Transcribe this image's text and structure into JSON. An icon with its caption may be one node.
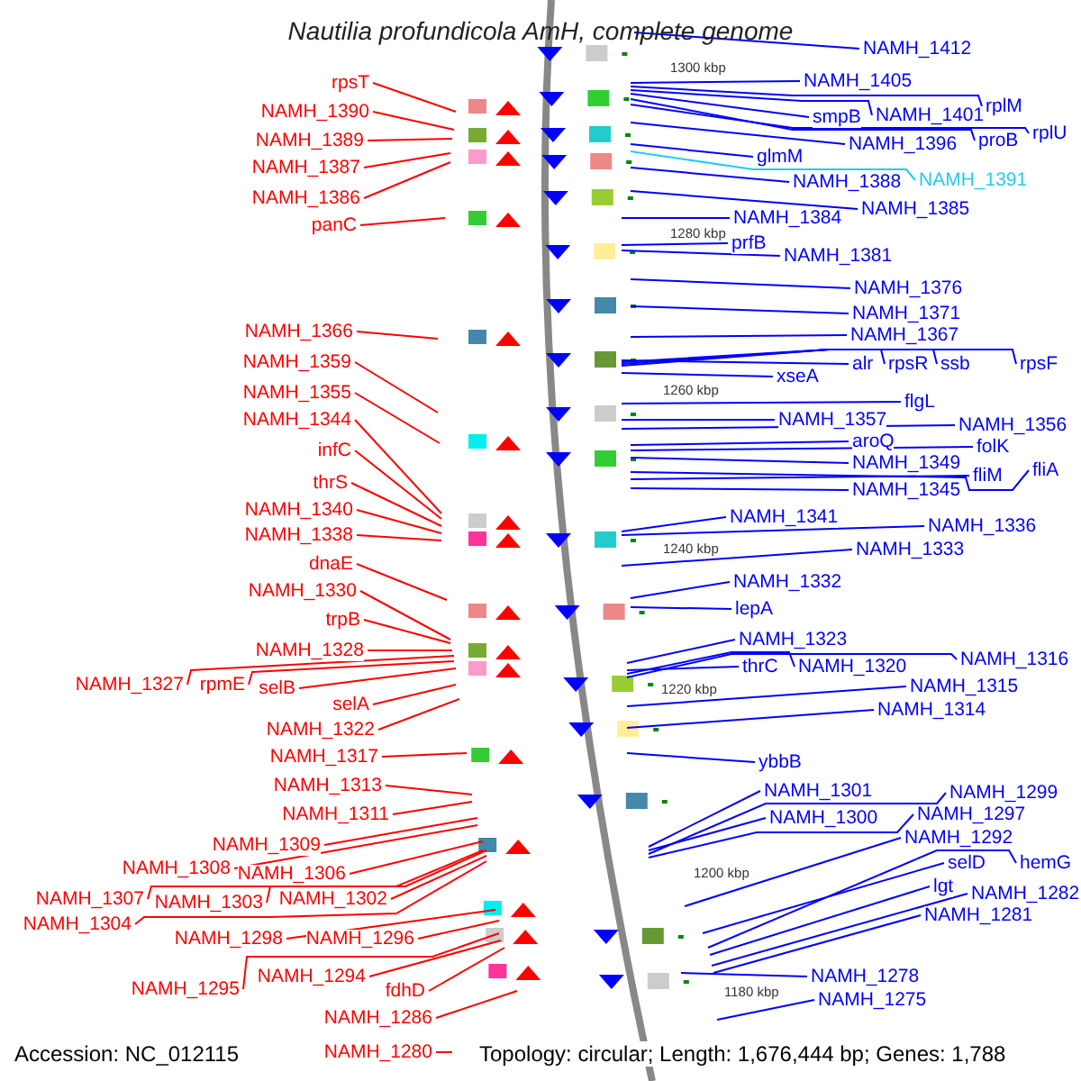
{
  "diagram": {
    "title": "Nautilia profundicola AmH, complete genome",
    "nodes": [
      {
        "text": [
          "rpsT"
        ]
      },
      {
        "text": [
          "NAMH_1390"
        ]
      },
      {
        "text": [
          "NAMH_1389"
        ]
      },
      {
        "text": [
          "NAMH_1387"
        ]
      },
      {
        "text": [
          "NAMH_1386"
        ]
      },
      {
        "text": [
          "panC"
        ]
      },
      {
        "text": [
          "NAMH_1366"
        ]
      },
      {
        "text": [
          "NAMH_1359"
        ]
      },
      {
        "text": [
          "NAMH_1355"
        ]
      },
      {
        "text": [
          "NAMH_1344"
        ]
      },
      {
        "text": [
          "infC"
        ]
      },
      {
        "text": [
          "thrS"
        ]
      },
      {
        "text": [
          "NAMH_1340"
        ]
      },
      {
        "text": [
          "NAMH_1338"
        ]
      },
      {
        "text": [
          "dnaE"
        ]
      },
      {
        "text": [
          "NAMH_1330"
        ]
      },
      {
        "text": [
          "trpB"
        ]
      },
      {
        "text": [
          "NAMH_1328"
        ]
      },
      {
        "text": [
          "NAMH_1327"
        ]
      },
      {
        "text": [
          "rpmE"
        ]
      },
      {
        "text": [
          "selB"
        ]
      },
      {
        "text": [
          "selA"
        ]
      },
      {
        "text": [
          "NAMH_1322"
        ]
      },
      {
        "text": [
          "NAMH_1317"
        ]
      },
      {
        "text": [
          "NAMH_1313"
        ]
      },
      {
        "text": [
          "NAMH_1311"
        ]
      },
      {
        "text": [
          "NAMH_1309"
        ]
      },
      {
        "text": [
          "NAMH_1308"
        ]
      },
      {
        "text": [
          "NAMH_1306"
        ]
      },
      {
        "text": [
          "NAMH_1307"
        ]
      },
      {
        "text": [
          "NAMH_1303"
        ]
      },
      {
        "text": [
          "NAMH_1302"
        ]
      },
      {
        "text": [
          "NAMH_1304"
        ]
      },
      {
        "text": [
          "NAMH_1298"
        ]
      },
      {
        "text": [
          "NAMH_1296"
        ]
      },
      {
        "text": [
          "NAMH_1295"
        ]
      },
      {
        "text": [
          "NAMH_1294"
        ]
      },
      {
        "text": [
          "fdhD"
        ]
      },
      {
        "text": [
          "NAMH_1286"
        ]
      },
      {
        "text": [
          "NAMH_1280"
        ]
      },
      {
        "text": [
          "NAMH_1412"
        ]
      },
      {
        "text": [
          "NAMH_1405"
        ]
      },
      {
        "text": [
          "rplM"
        ]
      },
      {
        "text": [
          "smpB"
        ]
      },
      {
        "text": [
          "NAMH_1401"
        ]
      },
      {
        "text": [
          "NAMH_1396"
        ]
      },
      {
        "text": [
          "proB"
        ]
      },
      {
        "text": [
          "rplU"
        ]
      },
      {
        "text": [
          "glmM"
        ]
      },
      {
        "text": [
          "NAMH_1388"
        ]
      },
      {
        "text": [
          "NAMH_1391"
        ]
      },
      {
        "text": [
          "NAMH_1385"
        ]
      },
      {
        "text": [
          "NAMH_1384"
        ]
      },
      {
        "text": [
          "prfB"
        ]
      },
      {
        "text": [
          "NAMH_1381"
        ]
      },
      {
        "text": [
          "NAMH_1376"
        ]
      },
      {
        "text": [
          "NAMH_1371"
        ]
      },
      {
        "text": [
          "NAMH_1367"
        ]
      },
      {
        "text": [
          "alr"
        ]
      },
      {
        "text": [
          "rpsR"
        ]
      },
      {
        "text": [
          "ssb"
        ]
      },
      {
        "text": [
          "rpsF"
        ]
      },
      {
        "text": [
          "xseA"
        ]
      },
      {
        "text": [
          "flgL"
        ]
      },
      {
        "text": [
          "NAMH_1357"
        ]
      },
      {
        "text": [
          "NAMH_1356"
        ]
      },
      {
        "text": [
          "aroQ"
        ]
      },
      {
        "text": [
          "folK"
        ]
      },
      {
        "text": [
          "NAMH_1349"
        ]
      },
      {
        "text": [
          "fliM"
        ]
      },
      {
        "text": [
          "fliA"
        ]
      },
      {
        "text": [
          "NAMH_1345"
        ]
      },
      {
        "text": [
          "NAMH_1341"
        ]
      },
      {
        "text": [
          "NAMH_1336"
        ]
      },
      {
        "text": [
          "NAMH_1333"
        ]
      },
      {
        "text": [
          "NAMH_1332"
        ]
      },
      {
        "text": [
          "lepA"
        ]
      },
      {
        "text": [
          "NAMH_1323"
        ]
      },
      {
        "text": [
          "thrC"
        ]
      },
      {
        "text": [
          "NAMH_1320"
        ]
      },
      {
        "text": [
          "NAMH_1316"
        ]
      },
      {
        "text": [
          "NAMH_1315"
        ]
      },
      {
        "text": [
          "NAMH_1314"
        ]
      },
      {
        "text": [
          "ybbB"
        ]
      },
      {
        "text": [
          "NAMH_1301"
        ]
      },
      {
        "text": [
          "NAMH_1300"
        ]
      },
      {
        "text": [
          "NAMH_1299"
        ]
      },
      {
        "text": [
          "NAMH_1297"
        ]
      },
      {
        "text": [
          "NAMH_1292"
        ]
      },
      {
        "text": [
          "selD"
        ]
      },
      {
        "text": [
          "hemG"
        ]
      },
      {
        "text": [
          "lgt"
        ]
      },
      {
        "text": [
          "NAMH_1282"
        ]
      },
      {
        "text": [
          "NAMH_1281"
        ]
      },
      {
        "text": [
          "NAMH_1278"
        ]
      },
      {
        "text": [
          "NAMH_1275"
        ]
      }
    ],
    "edges": [
      {
        "from": 0,
        "to": null,
        "arrow": "none",
        "color": "#ff0000"
      },
      {
        "from": 1,
        "to": null,
        "arrow": "none",
        "color": "#ff0000"
      },
      {
        "from": 2,
        "to": null,
        "arrow": "none",
        "color": "#ff0000"
      },
      {
        "from": 3,
        "to": null,
        "arrow": "none",
        "color": "#ff0000"
      },
      {
        "from": 4,
        "to": null,
        "arrow": "none",
        "color": "#ff0000"
      },
      {
        "from": 5,
        "to": null,
        "arrow": "none",
        "color": "#ff0000"
      },
      {
        "from": 6,
        "to": null,
        "arrow": "none",
        "color": "#ff0000"
      },
      {
        "from": 7,
        "to": null,
        "arrow": "none",
        "color": "#ff0000"
      },
      {
        "from": 8,
        "to": null,
        "arrow": "none",
        "color": "#ff0000"
      },
      {
        "from": 9,
        "to": null,
        "arrow": "none",
        "color": "#ff0000"
      },
      {
        "from": 10,
        "to": null,
        "arrow": "none",
        "color": "#ff0000"
      },
      {
        "from": 11,
        "to": null,
        "arrow": "none",
        "color": "#ff0000"
      },
      {
        "from": 12,
        "to": null,
        "arrow": "none",
        "color": "#ff0000"
      },
      {
        "from": 13,
        "to": null,
        "arrow": "none",
        "color": "#ff0000"
      },
      {
        "from": 14,
        "to": null,
        "arrow": "none",
        "color": "#ff0000"
      },
      {
        "from": 15,
        "to": null,
        "arrow": "none",
        "color": "#ff0000"
      },
      {
        "from": 16,
        "to": null,
        "arrow": "none",
        "color": "#ff0000"
      },
      {
        "from": 17,
        "to": null,
        "arrow": "none",
        "color": "#ff0000"
      },
      {
        "from": 18,
        "to": null,
        "arrow": "none",
        "color": "#ff0000"
      },
      {
        "from": 19,
        "to": null,
        "arrow": "none",
        "color": "#ff0000"
      },
      {
        "from": 20,
        "to": null,
        "arrow": "none",
        "color": "#ff0000"
      },
      {
        "from": 21,
        "to": null,
        "arrow": "none",
        "color": "#ff0000"
      },
      {
        "from": 22,
        "to": null,
        "arrow": "none",
        "color": "#ff0000"
      },
      {
        "from": 23,
        "to": null,
        "arrow": "none",
        "color": "#ff0000"
      },
      {
        "from": 24,
        "to": null,
        "arrow": "none",
        "color": "#ff0000"
      },
      {
        "from": 25,
        "to": null,
        "arrow": "none",
        "color": "#ff0000"
      },
      {
        "from": 26,
        "to": null,
        "arrow": "none",
        "color": "#ff0000"
      },
      {
        "from": 27,
        "to": null,
        "arrow": "none",
        "color": "#ff0000"
      },
      {
        "from": 28,
        "to": null,
        "arrow": "none",
        "color": "#ff0000"
      },
      {
        "from": 29,
        "to": null,
        "arrow": "none",
        "color": "#ff0000"
      },
      {
        "from": 30,
        "to": null,
        "arrow": "none",
        "color": "#ff0000"
      },
      {
        "from": 31,
        "to": null,
        "arrow": "none",
        "color": "#ff0000"
      },
      {
        "from": 32,
        "to": null,
        "arrow": "none",
        "color": "#ff0000"
      },
      {
        "from": 33,
        "to": null,
        "arrow": "none",
        "color": "#ff0000"
      },
      {
        "from": 34,
        "to": null,
        "arrow": "none",
        "color": "#ff0000"
      },
      {
        "from": 35,
        "to": null,
        "arrow": "none",
        "color": "#ff0000"
      },
      {
        "from": 36,
        "to": null,
        "arrow": "none",
        "color": "#ff0000"
      },
      {
        "from": 37,
        "to": null,
        "arrow": "none",
        "color": "#ff0000"
      },
      {
        "from": 38,
        "to": null,
        "arrow": "none",
        "color": "#ff0000"
      },
      {
        "from": 39,
        "to": null,
        "arrow": "none",
        "color": "#ff0000"
      },
      {
        "from": 40,
        "to": null,
        "arrow": "none"
      },
      {
        "from": 41,
        "to": null,
        "arrow": "none"
      },
      {
        "from": 42,
        "to": null,
        "arrow": "none"
      },
      {
        "from": 43,
        "to": null,
        "arrow": "none"
      },
      {
        "from": 44,
        "to": null,
        "arrow": "none"
      },
      {
        "from": 45,
        "to": null,
        "arrow": "none"
      },
      {
        "from": 46,
        "to": null,
        "arrow": "none"
      },
      {
        "from": 47,
        "to": null,
        "arrow": "none"
      },
      {
        "from": 48,
        "to": null,
        "arrow": "none"
      },
      {
        "from": 49,
        "to": null,
        "arrow": "none"
      },
      {
        "from": 50,
        "to": null,
        "arrow": "none",
        "color": "#22ccee"
      },
      {
        "from": 51,
        "to": null,
        "arrow": "none"
      },
      {
        "from": 52,
        "to": null,
        "arrow": "none"
      },
      {
        "from": 53,
        "to": null,
        "arrow": "none"
      },
      {
        "from": 54,
        "to": null,
        "arrow": "none"
      },
      {
        "from": 55,
        "to": null,
        "arrow": "none"
      },
      {
        "from": 56,
        "to": null,
        "arrow": "none"
      },
      {
        "from": 57,
        "to": null,
        "arrow": "none"
      },
      {
        "from": 58,
        "to": null,
        "arrow": "none"
      },
      {
        "from": 59,
        "to": null,
        "arrow": "none"
      },
      {
        "from": 60,
        "to": null,
        "arrow": "none"
      },
      {
        "from": 61,
        "to": null,
        "arrow": "none"
      },
      {
        "from": 62,
        "to": null,
        "arrow": "none"
      },
      {
        "from": 63,
        "to": null,
        "arrow": "none"
      },
      {
        "from": 64,
        "to": null,
        "arrow": "none"
      },
      {
        "from": 65,
        "to": null,
        "arrow": "none"
      },
      {
        "from": 66,
        "to": null,
        "arrow": "none"
      },
      {
        "from": 67,
        "to": null,
        "arrow": "none"
      },
      {
        "from": 68,
        "to": null,
        "arrow": "none"
      },
      {
        "from": 69,
        "to": null,
        "arrow": "none"
      },
      {
        "from": 70,
        "to": null,
        "arrow": "none"
      },
      {
        "from": 71,
        "to": null,
        "arrow": "none"
      },
      {
        "from": 72,
        "to": null,
        "arrow": "none"
      },
      {
        "from": 73,
        "to": null,
        "arrow": "none"
      },
      {
        "from": 74,
        "to": null,
        "arrow": "none"
      },
      {
        "from": 75,
        "to": null,
        "arrow": "none"
      },
      {
        "from": 76,
        "to": null,
        "arrow": "none"
      },
      {
        "from": 77,
        "to": null,
        "arrow": "none"
      },
      {
        "from": 78,
        "to": null,
        "arrow": "none"
      },
      {
        "from": 79,
        "to": null,
        "arrow": "none"
      },
      {
        "from": 80,
        "to": null,
        "arrow": "none"
      },
      {
        "from": 81,
        "to": null,
        "arrow": "none"
      },
      {
        "from": 82,
        "to": null,
        "arrow": "none"
      },
      {
        "from": 83,
        "to": null,
        "arrow": "none"
      },
      {
        "from": 84,
        "to": null,
        "arrow": "none"
      },
      {
        "from": 85,
        "to": null,
        "arrow": "none"
      },
      {
        "from": 86,
        "to": null,
        "arrow": "none"
      },
      {
        "from": 87,
        "to": null,
        "arrow": "none"
      },
      {
        "from": 88,
        "to": null,
        "arrow": "none"
      },
      {
        "from": 89,
        "to": null,
        "arrow": "none"
      },
      {
        "from": 90,
        "to": null,
        "arrow": "none"
      },
      {
        "from": 91,
        "to": null,
        "arrow": "none"
      },
      {
        "from": 92,
        "to": null,
        "arrow": "none"
      },
      {
        "from": 93,
        "to": null,
        "arrow": "none"
      },
      {
        "from": 94,
        "to": null,
        "arrow": "none"
      },
      {
        "from": 95,
        "to": null,
        "arrow": "none"
      }
    ],
    "labels": [
      "1300 kbp",
      "1280 kbp",
      "1260 kbp",
      "1240 kbp",
      "1220 kbp",
      "1200 kbp",
      "1180 kbp",
      "Accession: NC_012115",
      "Topology: circular; Length: 1,676,444 bp; Genes: 1,788"
    ]
  }
}
